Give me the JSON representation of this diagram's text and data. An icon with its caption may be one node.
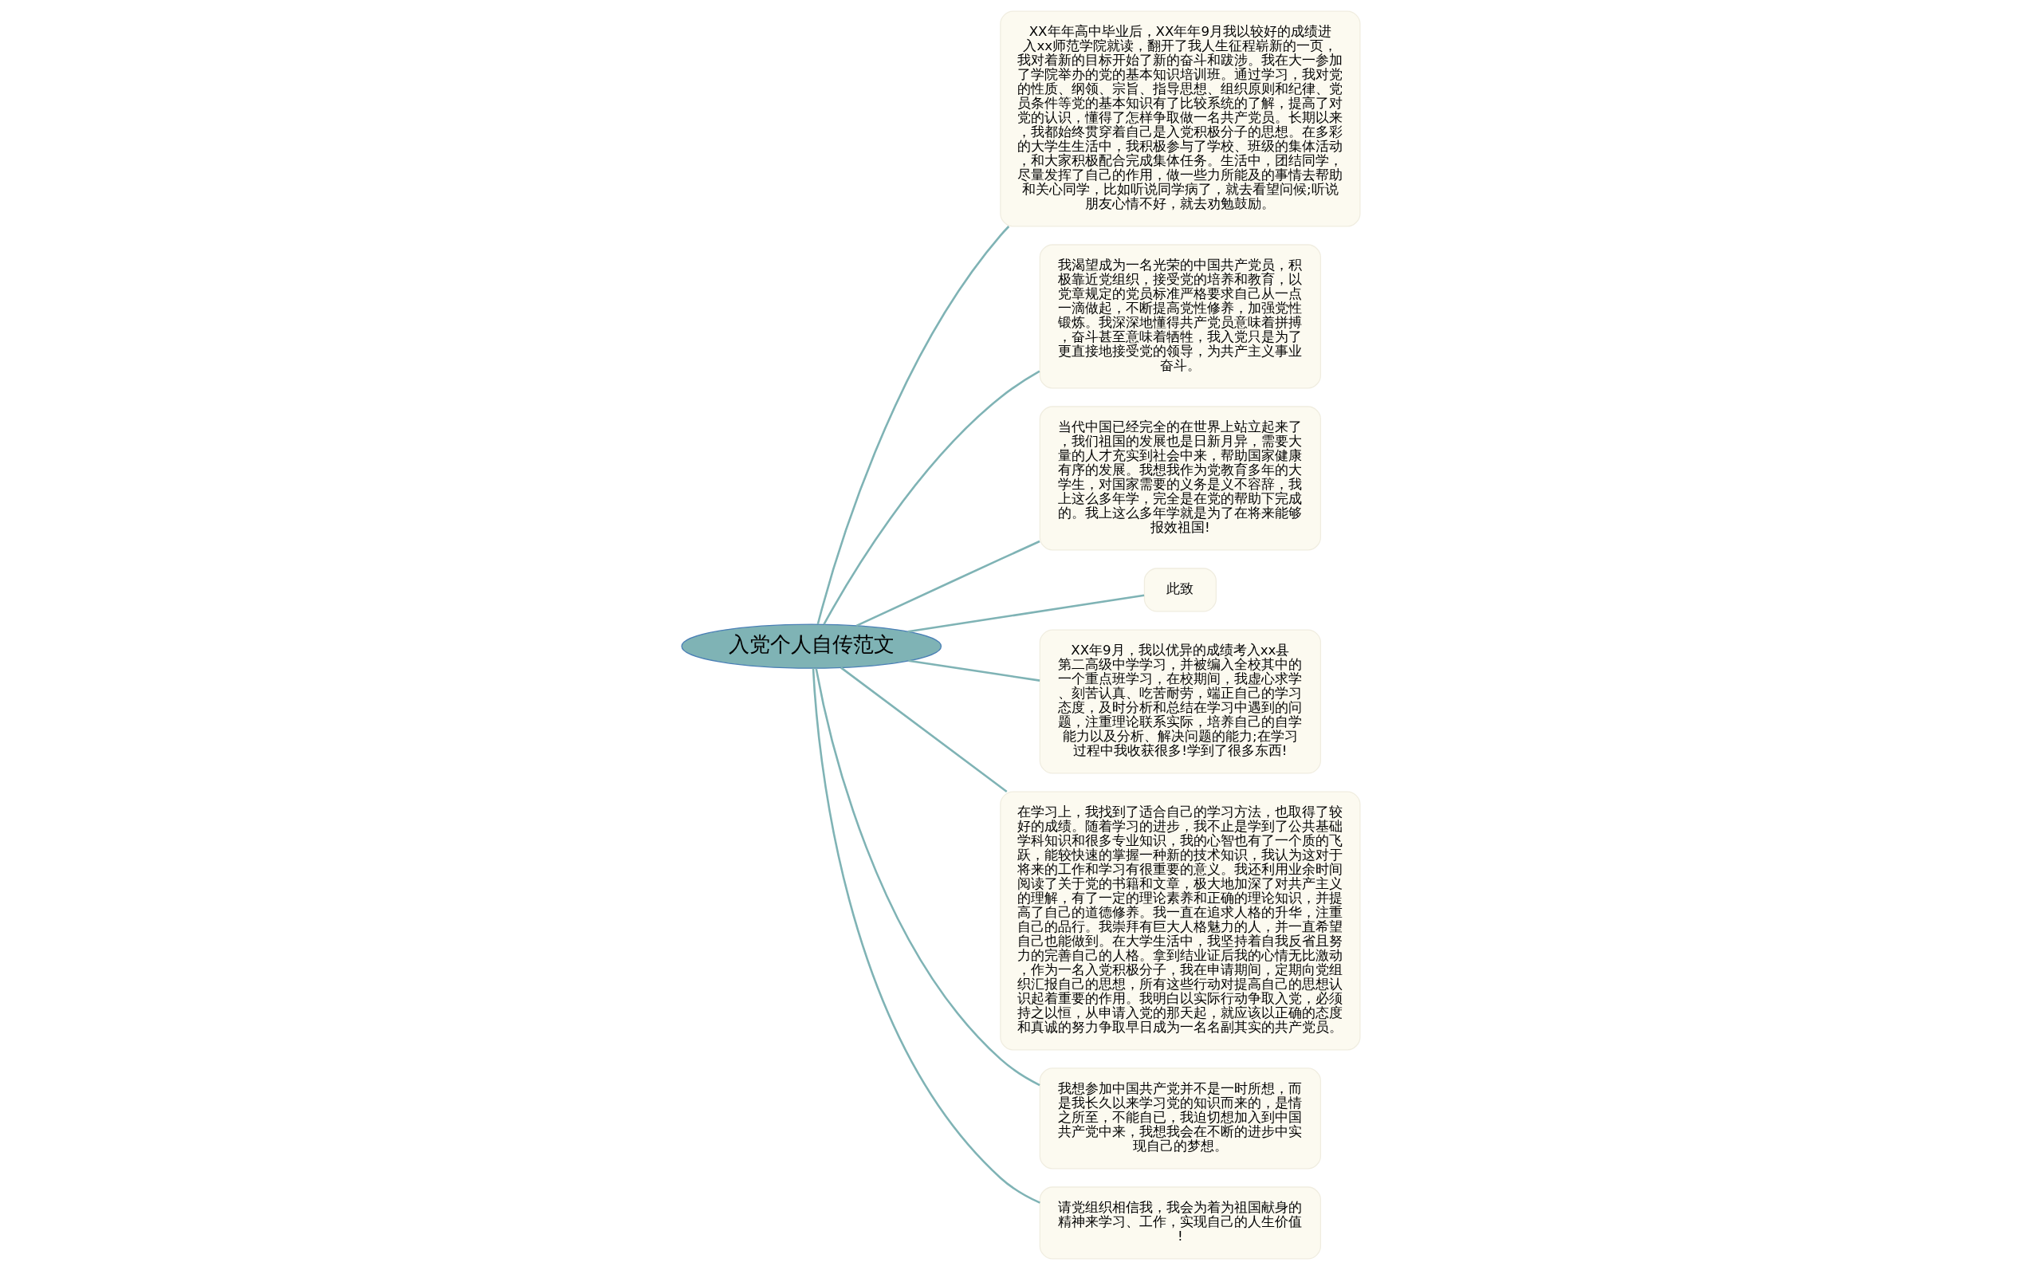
{
  "diagram": {
    "nodes": [
      {
        "text": [
          "入党个人自传范文"
        ]
      },
      {
        "text": [
          "XX年年高中毕业后，XX年年9月我以较好的成绩进入xx师范学院就读，翻开了我人生征程崭新的一页，我对着新的目标开始了新的奋斗和跋涉。我在大一参加了学院举办的党的基本知识培训班。通过学习，我对党的性质、纲领、宗旨、指导思想、组织原则和纪律、党员条件等党的基本知识有了比较系统的了解，提高了对党的认识，懂得了怎样争取做一名共产党员。长期以来，我都始终贯穿着自己是入党积极分子的思想。在多彩的大学生生活中，我积极参与了学校、班级的集体活动，和大家积极配合完成集体任务。生活中，团结同学，尽量发挥了自己的作用，做一些力所能及的事情去帮助和关心同学，比如听说同学病了，就去看望问候;听说朋友心情不好，就去劝勉鼓励。"
        ]
      },
      {
        "text": [
          "我渴望成为一名光荣的中国共产党员，积极靠近党组织，接受党的培养和教育，以党章规定的党员标准严格要求自己从一点一滴做起，不断提高党性修养，加强党性锻炼。我深深地懂得共产党员意味着拼搏，奋斗甚至意味着牺牲，我入党只是为了更直接地接受党的领导，为共产主义事业奋斗。"
        ]
      },
      {
        "text": [
          "当代中国已经完全的在世界上站立起来了，我们祖国的发展也是日新月异，需要大量的人才充实到社会中来，帮助国家健康有序的发展。我想我作为党教育多年的大学生，对国家需要的义务是义不容辞，我上这么多年学，完全是在党的帮助下完成的。我上这么多年学就是为了在将来能够报效祖国!"
        ]
      },
      {
        "text": [
          "此致"
        ]
      },
      {
        "text": [
          "XX年9月，我以优异的成绩考入xx县第二高级中学学习，并被编入全校其中的一个重点班学习，在校期间，我虚心求学、刻苦认真、吃苦耐劳，端正自己的学习态度，及时分析和总结在学习中遇到的问题，注重理论联系实际，培养自己的自学能力以及分析、解决问题的能力;在学习过程中我收获很多!学到了很多东西!"
        ]
      },
      {
        "text": [
          "在学习上，我找到了适合自己的学习方法，也取得了较好的成绩。随着学习的进步，我不止是学到了公共基础学科知识和很多专业知识，我的心智也有了一个质的飞跃，能较快速的掌握一种新的技术知识，我认为这对于将来的工作和学习有很重要的意义。我还利用业余时间阅读了关于党的书籍和文章，极大地加深了对共产主义的理解，有了一定的理论素养和正确的理论知识，并提高了自己的道德修养。我一直在追求人格的升华，注重自己的品行。我崇拜有巨大人格魅力的人，并一直希望自己也能做到。在大学生活中，我坚持着自我反省且努力的完善自己的人格。拿到结业证后我的心情无比激动，作为一名入党积极分子，我在申请期间，定期向党组织汇报自己的思想，所有这些行动对提高自己的思想认识起着重要的作用。我明白以实际行动争取入党，必须持之以恒，从申请入党的那天起，就应该以正确的态度和真诚的努力争取早日成为一名名副其实的共产党员。"
        ]
      },
      {
        "text": [
          "我想参加中国共产党并不是一时所想，而是我长久以来学习党的知识而来的，是情之所至，不能自已，我迫切想加入到中国共产党中来，我想我会在不断的进步中实现自己的梦想。"
        ]
      },
      {
        "text": [
          "请党组织相信我，我会为着为祖国献身的精神来学习、工作，实现自己的人生价值!"
        ]
      }
    ],
    "edges": [
      {
        "from": 0,
        "to": 1,
        "arrow": "none"
      },
      {
        "from": 0,
        "to": 2,
        "arrow": "none"
      },
      {
        "from": 0,
        "to": 3,
        "arrow": "none"
      },
      {
        "from": 0,
        "to": 4,
        "arrow": "none"
      },
      {
        "from": 0,
        "to": 5,
        "arrow": "none"
      },
      {
        "from": 0,
        "to": 6,
        "arrow": "none"
      },
      {
        "from": 0,
        "to": 7,
        "arrow": "none"
      },
      {
        "from": 0,
        "to": 8,
        "arrow": "none"
      }
    ]
  }
}
